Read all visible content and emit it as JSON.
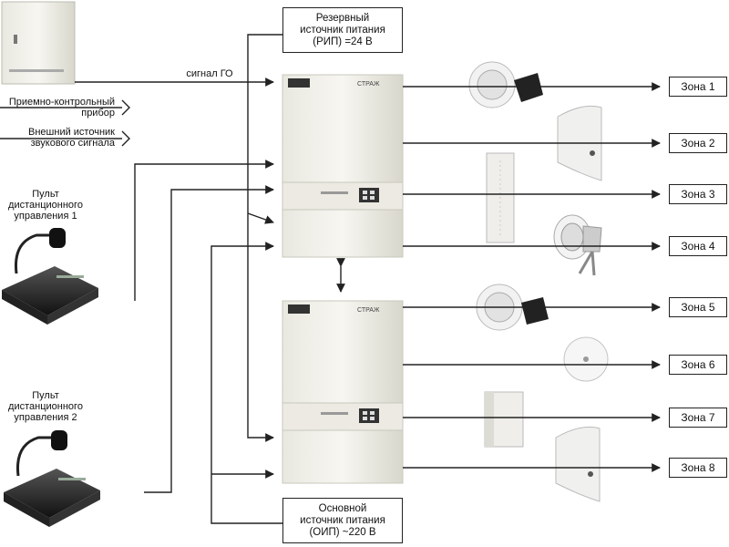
{
  "labels": {
    "go_signal": "сигнал ГО",
    "control_device": "Приемно-контрольный\nприбор",
    "external_source": "Внешний источник\nзвукового сигнала",
    "remote_panel_1": "Пульт\nдистанционного\nуправления 1",
    "remote_panel_2": "Пульт\nдистанционного\nуправления 2"
  },
  "power": {
    "reserve": "Резервный\nисточник питания\n(РИП) =24 В",
    "main": "Основной\nисточник питания\n(ОИП) ~220 В"
  },
  "unit_brand": "СТРАЖ",
  "zones": [
    "Зона 1",
    "Зона 2",
    "Зона 3",
    "Зона 4",
    "Зона 5",
    "Зона 6",
    "Зона 7",
    "Зона 8"
  ],
  "colors": {
    "line": "#222222",
    "device_body": "#f1f0e9",
    "device_edge": "#c9c8bd"
  }
}
